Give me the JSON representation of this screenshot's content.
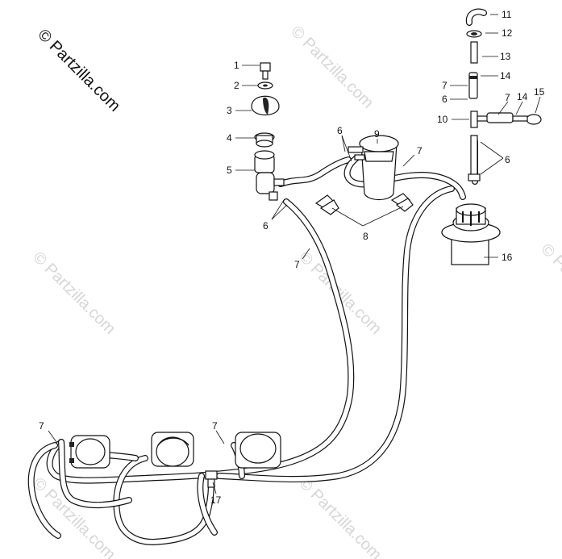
{
  "watermark": {
    "main": "© Partzilla.com",
    "faint": "© Partzilla.com"
  },
  "callouts": {
    "c1": "1",
    "c2": "2",
    "c3": "3",
    "c4": "4",
    "c5": "5",
    "c6a": "6",
    "c6b": "6",
    "c6c": "6",
    "c6d": "6",
    "c7a": "7",
    "c7b": "7",
    "c7c": "7",
    "c7d": "7",
    "c7e": "7",
    "c7f": "7",
    "c8": "8",
    "c9": "9",
    "c10": "10",
    "c11": "11",
    "c12": "12",
    "c13": "13",
    "c14a": "14",
    "c14b": "14",
    "c15": "15",
    "c16": "16",
    "c17": "17"
  }
}
